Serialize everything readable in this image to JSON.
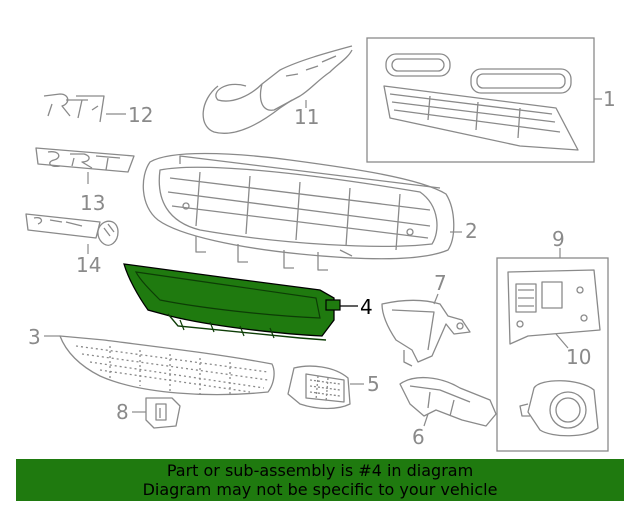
{
  "callouts": {
    "c1": "1",
    "c2": "2",
    "c3": "3",
    "c4": "4",
    "c5": "5",
    "c6": "6",
    "c7": "7",
    "c8": "8",
    "c9": "9",
    "c10": "10",
    "c11": "11",
    "c12": "12",
    "c13": "13",
    "c14": "14"
  },
  "highlighted_part": "4",
  "highlight_color": "#1f7a0f",
  "line_color": "#8a8a8a",
  "footer": {
    "line1": "Part or sub-assembly is #4 in diagram",
    "line2": "Diagram may not be specific to your vehicle",
    "background": "#1f7a0f"
  }
}
